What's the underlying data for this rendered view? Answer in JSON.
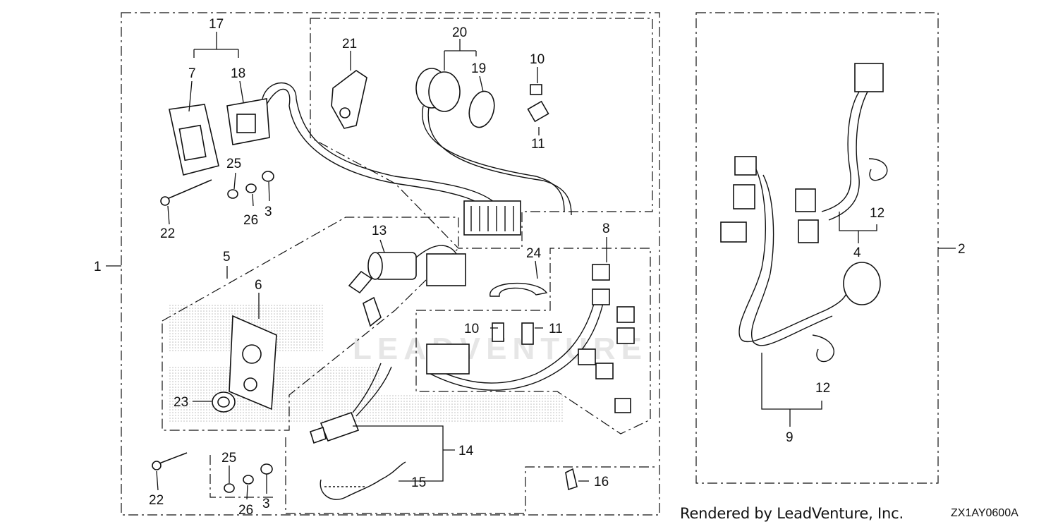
{
  "diagram": {
    "callouts": [
      {
        "id": "c17",
        "text": "17"
      },
      {
        "id": "c7",
        "text": "7"
      },
      {
        "id": "c18",
        "text": "18"
      },
      {
        "id": "c21",
        "text": "21"
      },
      {
        "id": "c20",
        "text": "20"
      },
      {
        "id": "c19",
        "text": "19"
      },
      {
        "id": "c10a",
        "text": "10"
      },
      {
        "id": "c11a",
        "text": "11"
      },
      {
        "id": "c25a",
        "text": "25"
      },
      {
        "id": "c26a",
        "text": "26"
      },
      {
        "id": "c3a",
        "text": "3"
      },
      {
        "id": "c22a",
        "text": "22"
      },
      {
        "id": "c1",
        "text": "1"
      },
      {
        "id": "c5",
        "text": "5"
      },
      {
        "id": "c6",
        "text": "6"
      },
      {
        "id": "c13",
        "text": "13"
      },
      {
        "id": "c24",
        "text": "24"
      },
      {
        "id": "c8",
        "text": "8"
      },
      {
        "id": "c10b",
        "text": "10"
      },
      {
        "id": "c11b",
        "text": "11"
      },
      {
        "id": "c23",
        "text": "23"
      },
      {
        "id": "c14",
        "text": "14"
      },
      {
        "id": "c15",
        "text": "15"
      },
      {
        "id": "c16",
        "text": "16"
      },
      {
        "id": "c22b",
        "text": "22"
      },
      {
        "id": "c25b",
        "text": "25"
      },
      {
        "id": "c26b",
        "text": "26"
      },
      {
        "id": "c3b",
        "text": "3"
      },
      {
        "id": "c2",
        "text": "2"
      },
      {
        "id": "c4",
        "text": "4"
      },
      {
        "id": "c12a",
        "text": "12"
      },
      {
        "id": "c12b",
        "text": "12"
      },
      {
        "id": "c9",
        "text": "9"
      }
    ]
  },
  "footer": {
    "credit": "Rendered by LeadVenture, Inc.",
    "code": "ZX1AY0600A"
  },
  "watermark": "LEADVENTURE",
  "colors": {
    "line": "#111111",
    "background": "#ffffff",
    "watermark": "#e6e6e6"
  }
}
